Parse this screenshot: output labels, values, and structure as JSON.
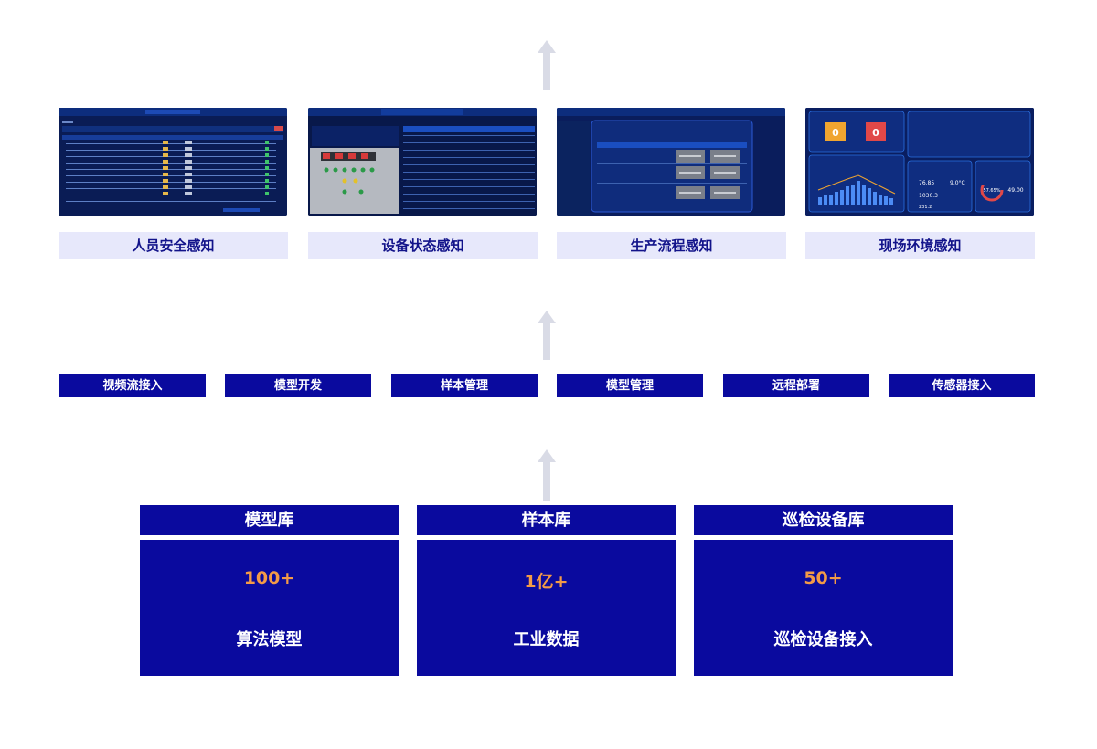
{
  "apps": [
    {
      "label": "人员安全感知",
      "icon": "personnel-table-dashboard"
    },
    {
      "label": "设备状态感知",
      "icon": "equipment-panel-dashboard"
    },
    {
      "label": "生产流程感知",
      "icon": "production-video-dashboard"
    },
    {
      "label": "现场环境感知",
      "icon": "environment-metrics-dashboard"
    }
  ],
  "modules": [
    "视频流接入",
    "模型开发",
    "样本管理",
    "模型管理",
    "远程部署",
    "传感器接入"
  ],
  "libraries": [
    {
      "title": "模型库",
      "value": "100+",
      "desc": "算法模型"
    },
    {
      "title": "样本库",
      "value": "1亿+",
      "desc": "工业数据"
    },
    {
      "title": "巡检设备库",
      "value": "50+",
      "desc": "巡检设备接入"
    }
  ],
  "dashboard_text": {
    "equipment_title": "智能巡检分析系统",
    "counter_a": "0",
    "counter_b": "0",
    "gauge_value": "57.65%",
    "gauge_side": "49.00",
    "temp_value": "76.85",
    "humid_value": "1030.3",
    "deg_value": "9.0°C",
    "wind_value": "231.2"
  },
  "colors": {
    "brand_blue": "#0a0a9e",
    "label_bg": "#e7e8fb",
    "label_text": "#12138a",
    "accent_orange": "#f39a47",
    "arrow": "#d9dbe6"
  }
}
